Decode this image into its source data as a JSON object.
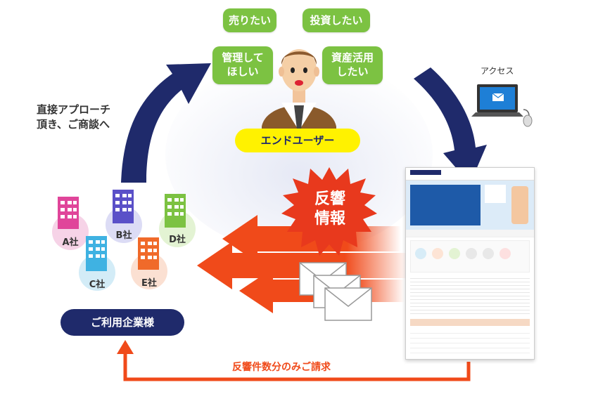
{
  "bubbles": {
    "sell": "売りたい",
    "invest": "投資したい",
    "manage_line1": "管理して",
    "manage_line2": "ほしい",
    "asset_line1": "資産活用",
    "asset_line2": "したい"
  },
  "end_user_label": "エンドユーザー",
  "access_label": "アクセス",
  "approach_line1": "直接アプローチ",
  "approach_line2": "頂き、ご商談へ",
  "response_badge_line1": "反響",
  "response_badge_line2": "情報",
  "companies": [
    "A社",
    "B社",
    "C社",
    "D社",
    "E社"
  ],
  "client_label": "ご利用企業様",
  "billing_label": "反響件数分のみご請求",
  "colors": {
    "green_bubble": "#7cc242",
    "navy_arrow": "#1f2a6b",
    "orange_arrow": "#f04a1a",
    "yellow_pill": "#fff200",
    "navy_pill": "#1f2a6b"
  }
}
